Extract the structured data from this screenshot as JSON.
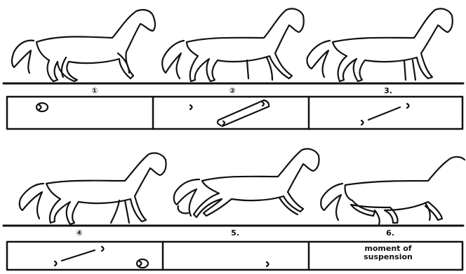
{
  "frame_labels": [
    "①",
    "②",
    "3.",
    "④",
    "5.",
    "6."
  ],
  "notes": {
    "suspension_line1": "moment of",
    "suspension_line2": "suspension"
  }
}
